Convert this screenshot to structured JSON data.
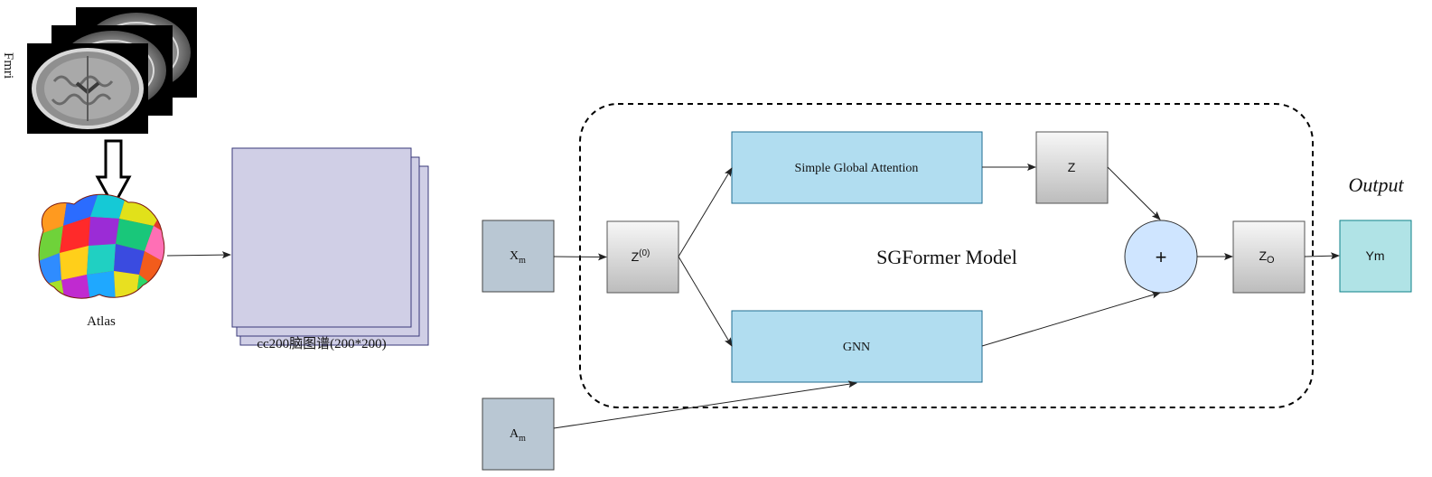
{
  "fmri": {
    "label": "Fmri"
  },
  "atlas": {
    "label": "Atlas"
  },
  "matrix": {
    "caption": "cc200脑图谱(200*200)"
  },
  "inputs": {
    "xm": {
      "base": "X",
      "sub": "m"
    },
    "am": {
      "base": "A",
      "sub": "m"
    }
  },
  "model": {
    "title": "SGFormer Model",
    "z0": {
      "base": "Z",
      "sup": "(0)"
    },
    "attention": "Simple Global Attention",
    "gnn": "GNN",
    "z": "Z",
    "plus": "+",
    "zo": {
      "base": "Z",
      "sub": "O"
    }
  },
  "output": {
    "heading": "Output",
    "ym": "Ym"
  },
  "colors": {
    "slate_box": "#b9c7d3",
    "lavender": "#d0cfe6",
    "light_blue": "#b1ddf0",
    "plus_circle": "#cfe5ff",
    "teal": "#b0e3e6",
    "teal_border": "#0e8088",
    "gray_top": "#f7f7f7",
    "gray_bottom": "#bcbcbc"
  }
}
